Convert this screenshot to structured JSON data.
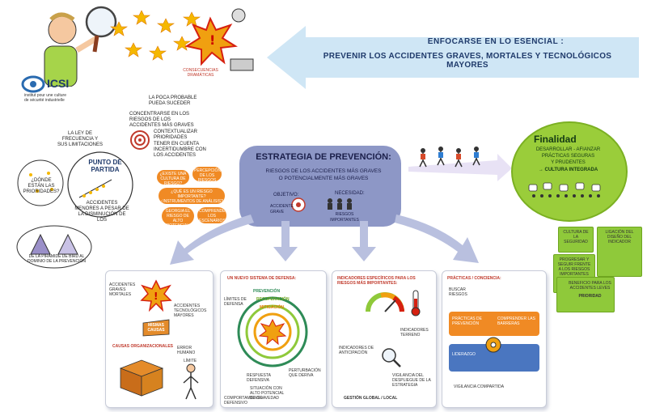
{
  "logo": {
    "name": "ICSI",
    "tagline_1": "institut pour une culture",
    "tagline_2": "de sécurité industrielle"
  },
  "banner": {
    "title": "Enfocarse en lo esencial :",
    "subtitle": "Prevenir los accidentes graves, mortales y tecnológicos mayores",
    "color": "#cfe6f5"
  },
  "top_doodle": {
    "label": "Consecuencias dramáticas"
  },
  "left_notes": {
    "note_1": "La poca probable pueda suceder",
    "note_2": "Concentrarse en los riesgos de los accidentes más graves",
    "note_3": "Contextualizar prioridades",
    "note_4": "Tener en cuenta incertidumbre con los accidentes",
    "ley": "La ley de frecuencia y sus limitaciones",
    "prioridades": "¿Dónde están las prioridades?",
    "punto": "Punto de partida",
    "acc_menores": "Accidentes menores a pesar de la disminución de los",
    "piramide": "De la pirámide de Bird al dominio de la prevención"
  },
  "questions": {
    "q1": "¿Existe una cultura de riesgo?",
    "q2": "Percepción de los riesgos",
    "q3": "¿Qué es un riesgo importante? ¿Instrumentos de análisis?",
    "q4": "Georgia el riesgo de alto potencial",
    "q5": "Comprender los escenarios"
  },
  "strategy": {
    "title": "Estrategia de prevención:",
    "line_1": "Riesgos de los accidentes más graves",
    "line_2": "o potencialmente más graves",
    "objetivo": "Objetivo:",
    "obj_label": "Accidente grave",
    "necesidad": "Necesidad:",
    "nec_label": "Riesgos importantes",
    "color": "#8d97c6"
  },
  "finalidad": {
    "title": "Finalidad",
    "line_1": "Desarrollar - afianzar",
    "line_2": "prácticas seguras",
    "line_3": "y prudentes",
    "line_4": "→ Cultura integrada",
    "color": "#9acd3a"
  },
  "green_cards": {
    "c1": "Cultura de la seguridad",
    "c2": "Ligación del diseño del indicador",
    "c3": "Progresar y seguir frente a los riesgos importantes",
    "c4": "Beneficio para los accidentes leves",
    "c5": "Prioridad"
  },
  "panels": {
    "p1": {
      "items": [
        "Accidentes graves mortales",
        "Accidentes tecnológicos mayores",
        "Mismas causas",
        "Causas organizacionales",
        "Error humano",
        "Límite"
      ]
    },
    "p2": {
      "title": "Un nuevo sistema de defensa:",
      "items": [
        "Prevención",
        "Recuperación",
        "Mitigación",
        "Límites de defensa",
        "Respuesta defensiva",
        "Situación con alto potencial de gravedad",
        "Comportamiento defensivo",
        "Perturbación que deriva"
      ]
    },
    "p3": {
      "title": "Indicadores específicos para los riesgos más importantes:",
      "items": [
        "Indicadores terreno",
        "Indicadores de anticipación",
        "Vigilancia del despliegue de la estrategia",
        "Gestión global / local"
      ]
    },
    "p4": {
      "title": "Prácticas / conciencia:",
      "items": [
        "Buscar riesgos",
        "Prácticas de prevención",
        "Comprender las barreras",
        "Liderazgo",
        "Vigilancia compartida"
      ]
    }
  }
}
